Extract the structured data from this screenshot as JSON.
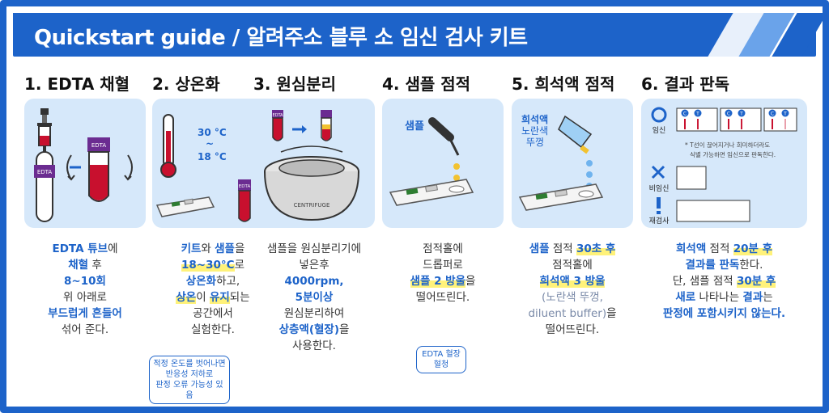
{
  "header": {
    "title": "Quickstart guide / 알려주소 블루 소 임신 검사 키트"
  },
  "steps": [
    {
      "title": "1. EDTA 채혈",
      "tube_label_1": "EDTA",
      "tube_label_2": "EDTA",
      "desc": [
        {
          "t": "EDTA 튜브",
          "s": "b"
        },
        {
          "t": "에",
          "s": ""
        },
        {
          "br": true
        },
        {
          "t": "채혈",
          "s": "b"
        },
        {
          "t": " 후",
          "s": ""
        },
        {
          "br": true
        },
        {
          "t": "8~10회",
          "s": "b"
        },
        {
          "br": true
        },
        {
          "t": "위 아래로",
          "s": ""
        },
        {
          "br": true
        },
        {
          "t": "부드럽게 흔들어",
          "s": "b"
        },
        {
          "br": true
        },
        {
          "t": "섞어 준다.",
          "s": ""
        }
      ]
    },
    {
      "title": "2. 상온화",
      "temp_high": "30 °C",
      "temp_tilde": "~",
      "temp_low": "18 °C",
      "tube_label": "EDTA",
      "desc": [
        {
          "t": "키트",
          "s": "b"
        },
        {
          "t": "와 ",
          "s": ""
        },
        {
          "t": "샘플",
          "s": "b"
        },
        {
          "t": "을",
          "s": ""
        },
        {
          "br": true
        },
        {
          "t": "18~30°C",
          "s": "b hl"
        },
        {
          "t": "로",
          "s": ""
        },
        {
          "br": true
        },
        {
          "t": "상온화",
          "s": "b"
        },
        {
          "t": "하고,",
          "s": ""
        },
        {
          "br": true
        },
        {
          "t": "상온",
          "s": "b hl"
        },
        {
          "t": "이 ",
          "s": ""
        },
        {
          "t": "유지",
          "s": "b hl"
        },
        {
          "t": "되는",
          "s": ""
        },
        {
          "br": true
        },
        {
          "t": "공간에서",
          "s": ""
        },
        {
          "br": true
        },
        {
          "t": "실험한다.",
          "s": ""
        }
      ],
      "note": [
        "적정 온도를 벗어나면",
        "반응성 저하로",
        "판정 오류 가능성 있음"
      ]
    },
    {
      "title": "3. 원심분리",
      "tube_label": "EDTA",
      "centrifuge_label": "CENTRIFUGE",
      "desc": [
        {
          "t": "샘플을 원심분리기에",
          "s": ""
        },
        {
          "br": true
        },
        {
          "t": "넣은후",
          "s": ""
        },
        {
          "br": true
        },
        {
          "t": "4000rpm,",
          "s": "b"
        },
        {
          "br": true
        },
        {
          "t": "5분이상",
          "s": "b"
        },
        {
          "br": true
        },
        {
          "t": "원심분리하여",
          "s": ""
        },
        {
          "br": true
        },
        {
          "t": "상층액(혈장)",
          "s": "b"
        },
        {
          "t": "을",
          "s": ""
        },
        {
          "br": true
        },
        {
          "t": "사용한다.",
          "s": ""
        }
      ]
    },
    {
      "title": "4. 샘플 점적",
      "sample_label": "샘플",
      "desc": [
        {
          "t": "점적홀에",
          "s": ""
        },
        {
          "br": true
        },
        {
          "t": "드롭퍼로",
          "s": ""
        },
        {
          "br": true
        },
        {
          "t": "샘플 2 방울",
          "s": "b hl"
        },
        {
          "t": "을",
          "s": ""
        },
        {
          "br": true
        },
        {
          "t": "떨어뜨린다.",
          "s": ""
        }
      ],
      "note": [
        "EDTA 혈장",
        "혈청"
      ]
    },
    {
      "title": "5. 희석액 점적",
      "diluent_label": [
        "희석액",
        "노란색",
        "뚜껑"
      ],
      "desc": [
        {
          "t": "샘플",
          "s": "b"
        },
        {
          "t": " 점적 ",
          "s": ""
        },
        {
          "t": "30초 후",
          "s": "b hl"
        },
        {
          "br": true
        },
        {
          "t": "점적홀에",
          "s": ""
        },
        {
          "br": true
        },
        {
          "t": "희석액 3 방울",
          "s": "b hl"
        },
        {
          "br": true
        },
        {
          "t": "(노란색 뚜껑,",
          "s": "grey"
        },
        {
          "br": true
        },
        {
          "t": "diluent buffer)",
          "s": "grey"
        },
        {
          "t": "을",
          "s": ""
        },
        {
          "br": true
        },
        {
          "t": "떨어뜨린다.",
          "s": ""
        }
      ]
    },
    {
      "title": "6. 결과 판독",
      "positive_label": "임신",
      "negative_label": "비임신",
      "retest_label": "재검사",
      "ct_c": "C",
      "ct_t": "T",
      "result_note": [
        "* T선이 끊어지거나 희미하더라도",
        "식별 가능하면 임신으로 판독한다."
      ],
      "desc": [
        {
          "t": "희석액",
          "s": "b"
        },
        {
          "t": " 점적 ",
          "s": ""
        },
        {
          "t": "20분 후",
          "s": "b hl"
        },
        {
          "br": true
        },
        {
          "t": "결과를 판독",
          "s": "b"
        },
        {
          "t": "한다.",
          "s": ""
        },
        {
          "br": true
        },
        {
          "t": "단, 샘플 점적 ",
          "s": ""
        },
        {
          "t": "30분 후",
          "s": "b hl"
        },
        {
          "br": true
        },
        {
          "t": "새로",
          "s": "b"
        },
        {
          "t": " 나타나는 ",
          "s": ""
        },
        {
          "t": "결과",
          "s": "b"
        },
        {
          "t": "는",
          "s": ""
        },
        {
          "br": true
        },
        {
          "t": "판정에 포함시키지 않는다.",
          "s": "b"
        }
      ]
    }
  ],
  "colors": {
    "brand": "#1d63c9",
    "panel": "#d6e8fa",
    "highlight": "#fff27a",
    "blood": "#c8102e",
    "tube_cap": "#6b2c91"
  }
}
